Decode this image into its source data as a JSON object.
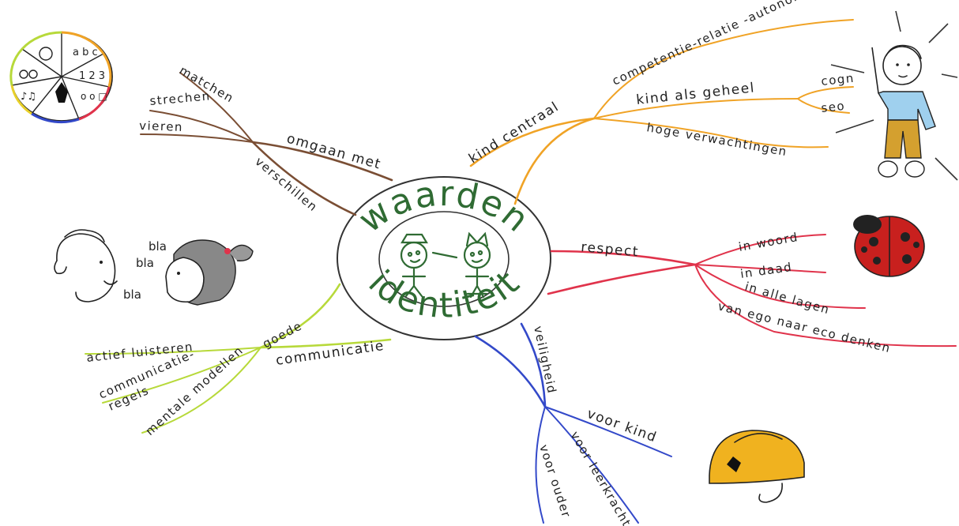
{
  "center": {
    "top": "waarden",
    "bottom": "identiteit"
  },
  "branches": {
    "kind": {
      "main": "kind centraal",
      "sub1": "competentie-relatie -autonomie",
      "sub2": "kind als geheel",
      "sub2a": "cogn",
      "sub2b": "seo",
      "sub3": "hoge verwachtingen"
    },
    "respect": {
      "main": "respect",
      "sub1": "in woord",
      "sub2": "in daad",
      "sub3": "in alle lagen",
      "sub4": "van ego naar eco denken"
    },
    "veiligheid": {
      "main": "veiligheid",
      "sub1": "voor kind",
      "sub2": "voor leerkracht",
      "sub3": "voor ouder"
    },
    "communicatie": {
      "main1": "goede",
      "main2": "communicatie",
      "sub1": "actief luisteren",
      "sub2a": "communicatie-",
      "sub2b": "regels",
      "sub3": "mentale modellen"
    },
    "verschillen": {
      "main1": "omgaan met",
      "main2": "verschillen",
      "sub1": "matchen",
      "sub2": "strechen",
      "sub3": "vieren"
    }
  },
  "illustrations": {
    "wheel_labels": [
      "a b c",
      "1 2 3",
      "o o □",
      "♪♫"
    ],
    "speech": [
      "bla",
      "bla",
      "bla"
    ]
  },
  "colors": {
    "kind": "#f0a326",
    "respect": "#e0334b",
    "veiligheid": "#3349c9",
    "communicatie": "#b7d93a",
    "verschillen": "#7a4e34",
    "center": "#2f6b33"
  }
}
